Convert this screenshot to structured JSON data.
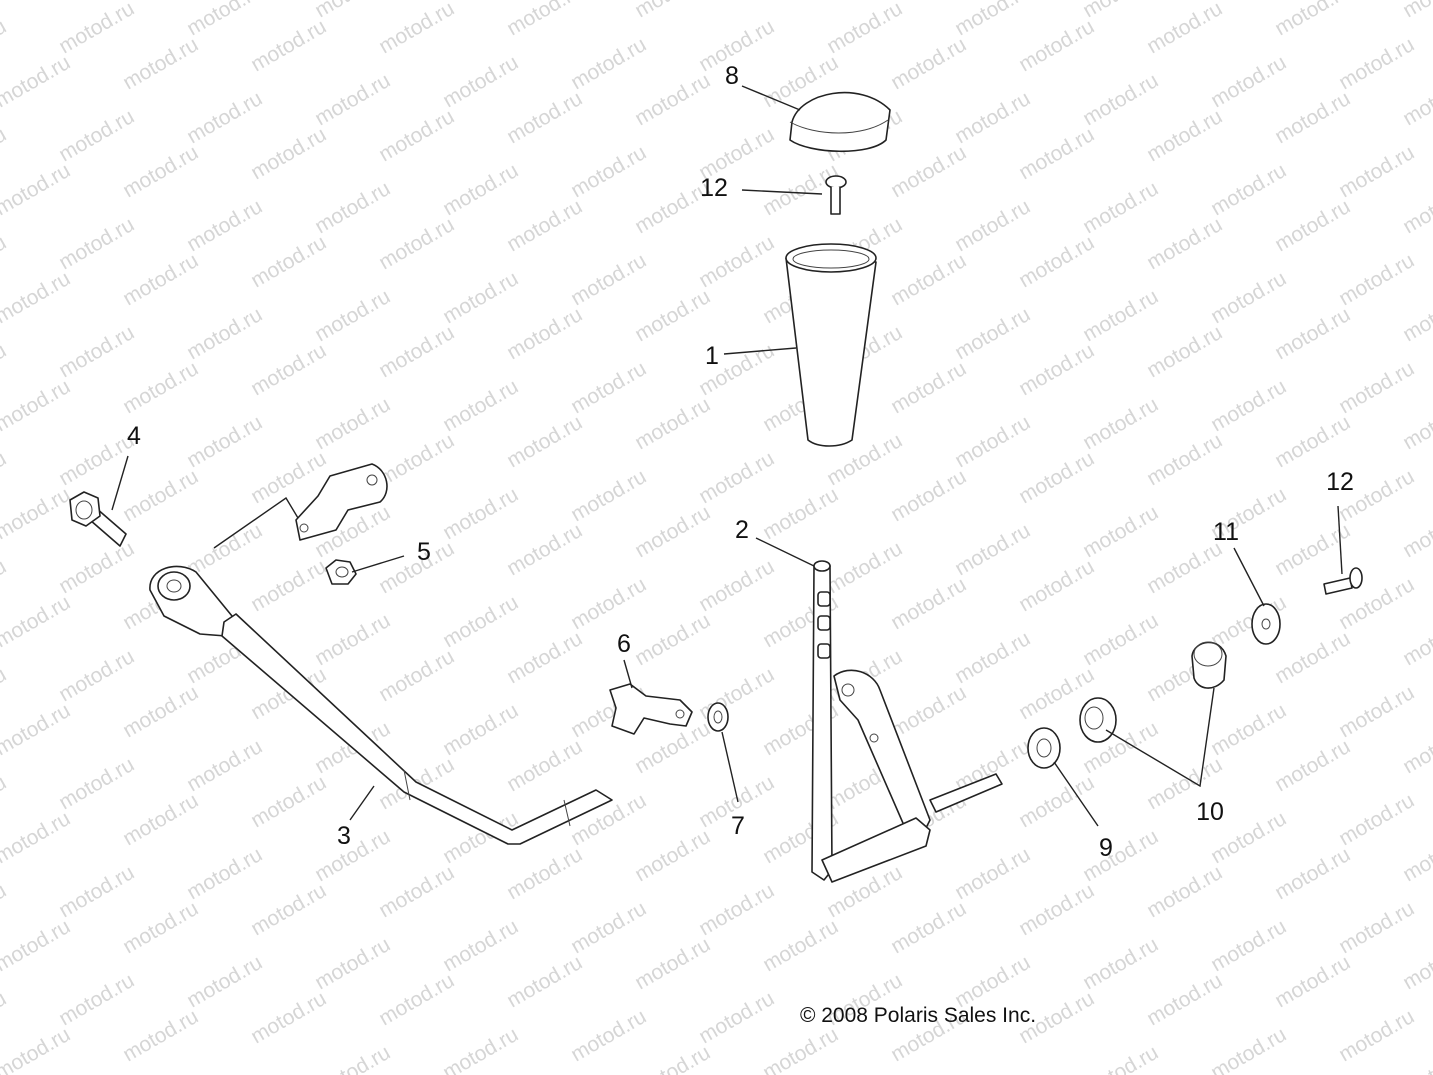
{
  "watermark": "motod.ru",
  "copyright": "© 2008 Polaris Sales Inc.",
  "callouts": [
    {
      "id": "c1",
      "label": "1"
    },
    {
      "id": "c2",
      "label": "2"
    },
    {
      "id": "c3",
      "label": "3"
    },
    {
      "id": "c4",
      "label": "4"
    },
    {
      "id": "c5",
      "label": "5"
    },
    {
      "id": "c6",
      "label": "6"
    },
    {
      "id": "c7",
      "label": "7"
    },
    {
      "id": "c8",
      "label": "8"
    },
    {
      "id": "c9",
      "label": "9"
    },
    {
      "id": "c10",
      "label": "10"
    },
    {
      "id": "c11",
      "label": "11"
    },
    {
      "id": "c12a",
      "label": "12"
    },
    {
      "id": "c12b",
      "label": "12"
    }
  ]
}
